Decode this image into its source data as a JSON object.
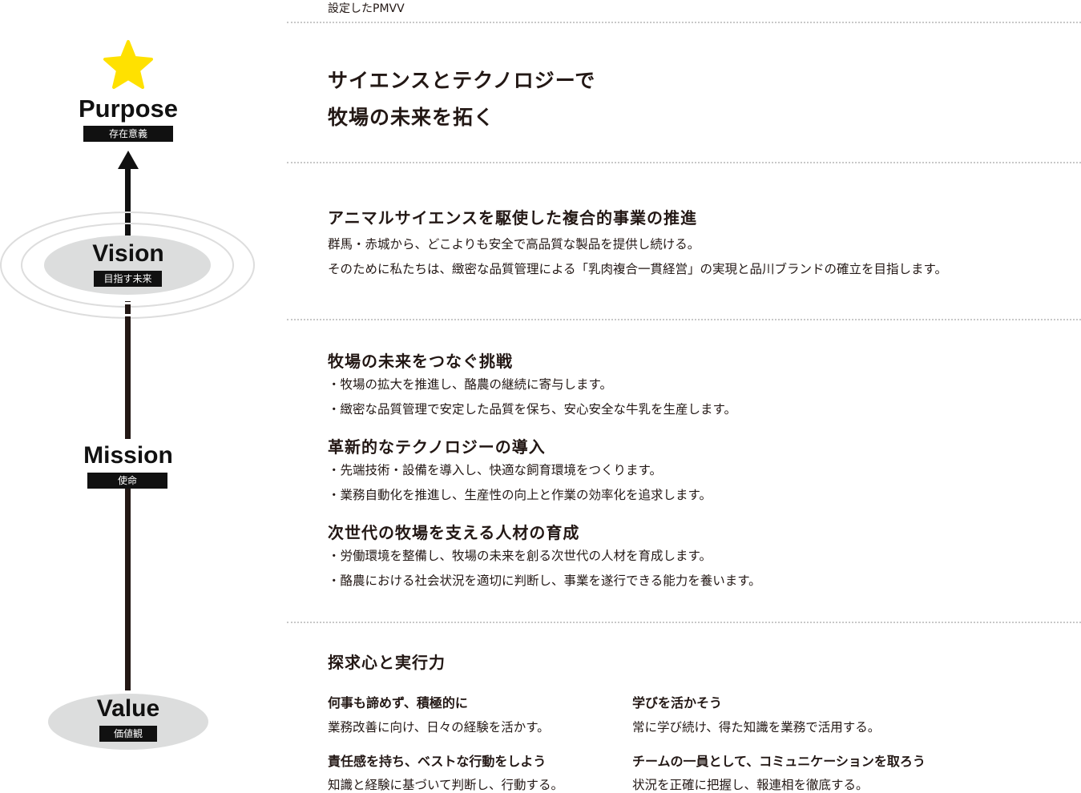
{
  "header": "設定したPMVV",
  "diagram": {
    "purpose": {
      "title": "Purpose",
      "sub": "存在意義"
    },
    "vision": {
      "title": "Vision",
      "sub": "目指す未来"
    },
    "mission": {
      "title": "Mission",
      "sub": "使命"
    },
    "value": {
      "title": "Value",
      "sub": "価値観"
    },
    "star_color": "#FFE100"
  },
  "purpose": {
    "lines": [
      "サイエンスとテクノロジーで",
      "牧場の未来を拓く"
    ]
  },
  "vision": {
    "heading": "アニマルサイエンスを駆使した複合的事業の推進",
    "lines": [
      "群馬・赤城から、どこよりも安全で高品質な製品を提供し続ける。",
      "そのために私たちは、緻密な品質管理による「乳肉複合一貫経営」の実現と品川ブランドの確立を目指します。"
    ]
  },
  "mission": {
    "items": [
      {
        "heading": "牧場の未来をつなぐ挑戦",
        "lines": [
          "・牧場の拡大を推進し、酪農の継続に寄与します。",
          "・緻密な品質管理で安定した品質を保ち、安心安全な牛乳を生産します。"
        ]
      },
      {
        "heading": "革新的なテクノロジーの導入",
        "lines": [
          "・先端技術・設備を導入し、快適な飼育環境をつくります。",
          "・業務自動化を推進し、生産性の向上と作業の効率化を追求します。"
        ]
      },
      {
        "heading": "次世代の牧場を支える人材の育成",
        "lines": [
          "・労働環境を整備し、牧場の未来を創る次世代の人材を育成します。",
          "・酪農における社会状況を適切に判断し、事業を遂行できる能力を養います。"
        ]
      }
    ]
  },
  "value": {
    "heading": "探求心と実行力",
    "items": [
      {
        "heading": "何事も諦めず、積極的に",
        "text": "業務改善に向け、日々の経験を活かす。"
      },
      {
        "heading": "学びを活かそう",
        "text": "常に学び続け、得た知識を業務で活用する。"
      },
      {
        "heading": "責任感を持ち、ベストな行動をしよう",
        "text": "知識と経験に基づいて判断し、行動する。"
      },
      {
        "heading": "チームの一員として、コミュニケーションを取ろう",
        "text": "状況を正確に把握し、報連相を徹底する。"
      }
    ]
  }
}
